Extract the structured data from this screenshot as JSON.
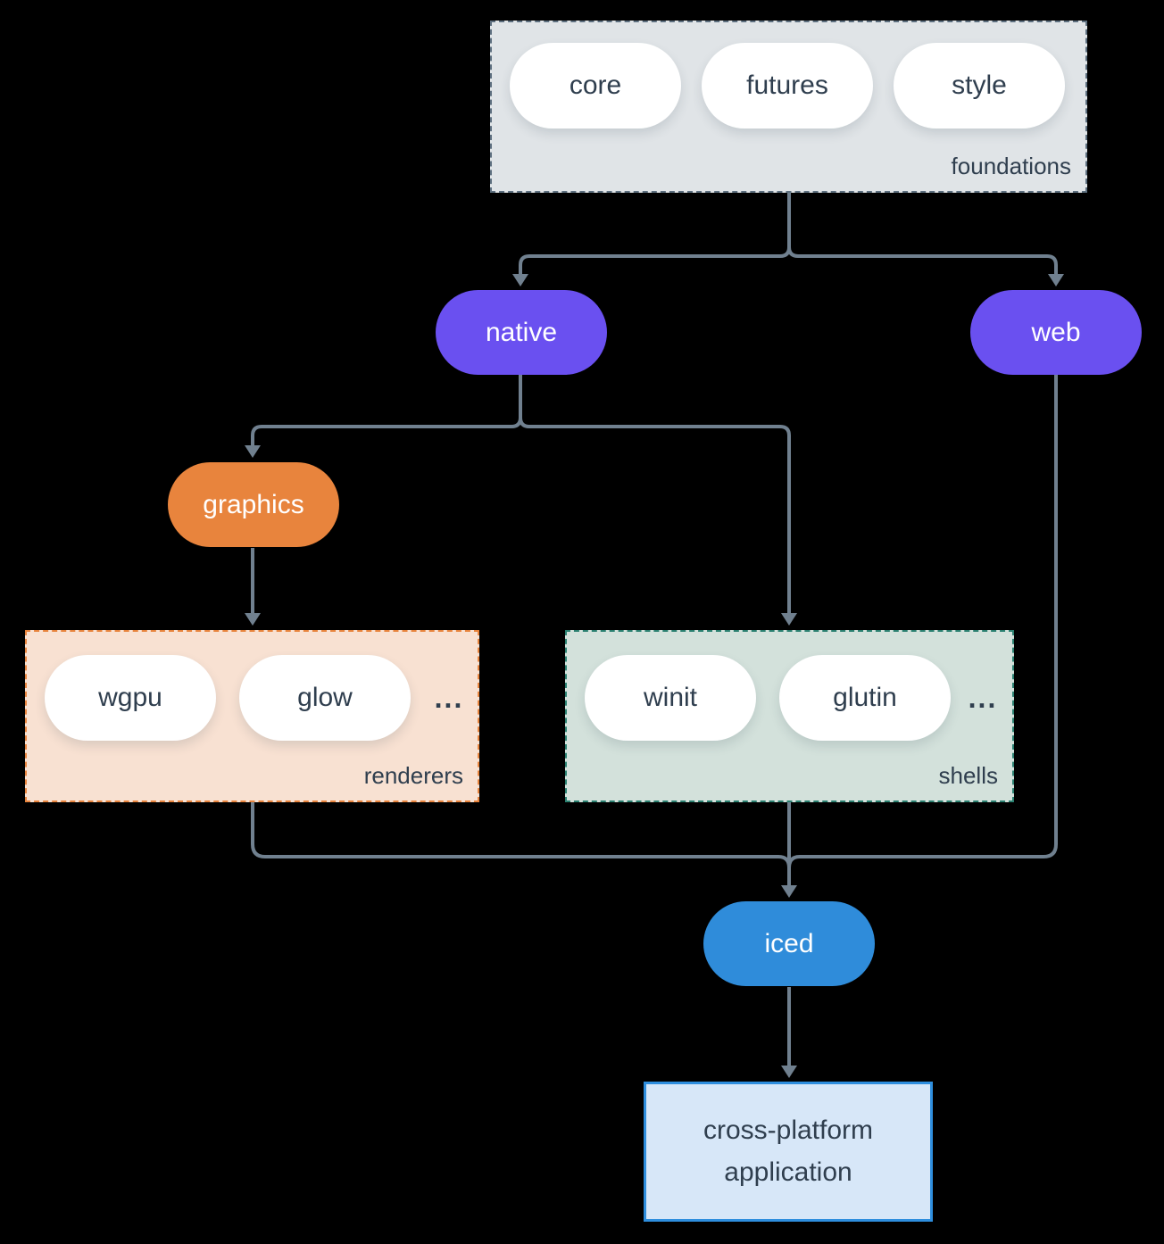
{
  "diagram": {
    "background": "#000000",
    "colors": {
      "edge": "#70808f",
      "text_dark": "#2f3e4e",
      "node_purple": "#6a50f0",
      "node_orange": "#e8843d",
      "node_blue": "#2f8cda",
      "pill_white": "#ffffff",
      "foundations_fill": "#e0e4e7",
      "foundations_border": "#5d6f7f",
      "renderers_fill": "#f8e1d2",
      "renderers_border": "#e8843d",
      "shells_fill": "#d3e1db",
      "shells_border": "#2a8070",
      "app_fill": "#d7e7f8",
      "app_border": "#2e8ede"
    },
    "groups": [
      {
        "id": "foundations",
        "label": "foundations",
        "items": [
          {
            "label": "core"
          },
          {
            "label": "futures"
          },
          {
            "label": "style"
          }
        ]
      },
      {
        "id": "renderers",
        "label": "renderers",
        "items": [
          {
            "label": "wgpu"
          },
          {
            "label": "glow"
          },
          {
            "label": "..."
          }
        ]
      },
      {
        "id": "shells",
        "label": "shells",
        "items": [
          {
            "label": "winit"
          },
          {
            "label": "glutin"
          },
          {
            "label": "..."
          }
        ]
      }
    ],
    "nodes": [
      {
        "id": "native",
        "label": "native",
        "color": "#6a50f0"
      },
      {
        "id": "web",
        "label": "web",
        "color": "#6a50f0"
      },
      {
        "id": "graphics",
        "label": "graphics",
        "color": "#e8843d"
      },
      {
        "id": "iced",
        "label": "iced",
        "color": "#2f8cda"
      },
      {
        "id": "application",
        "label": "cross-platform application",
        "color": "#d7e7f8"
      }
    ],
    "edges": [
      {
        "from": "foundations",
        "to": "native"
      },
      {
        "from": "foundations",
        "to": "web"
      },
      {
        "from": "native",
        "to": "graphics"
      },
      {
        "from": "native",
        "to": "shells"
      },
      {
        "from": "graphics",
        "to": "renderers"
      },
      {
        "from": "renderers",
        "to": "iced"
      },
      {
        "from": "shells",
        "to": "iced"
      },
      {
        "from": "web",
        "to": "iced"
      },
      {
        "from": "iced",
        "to": "application"
      }
    ]
  }
}
